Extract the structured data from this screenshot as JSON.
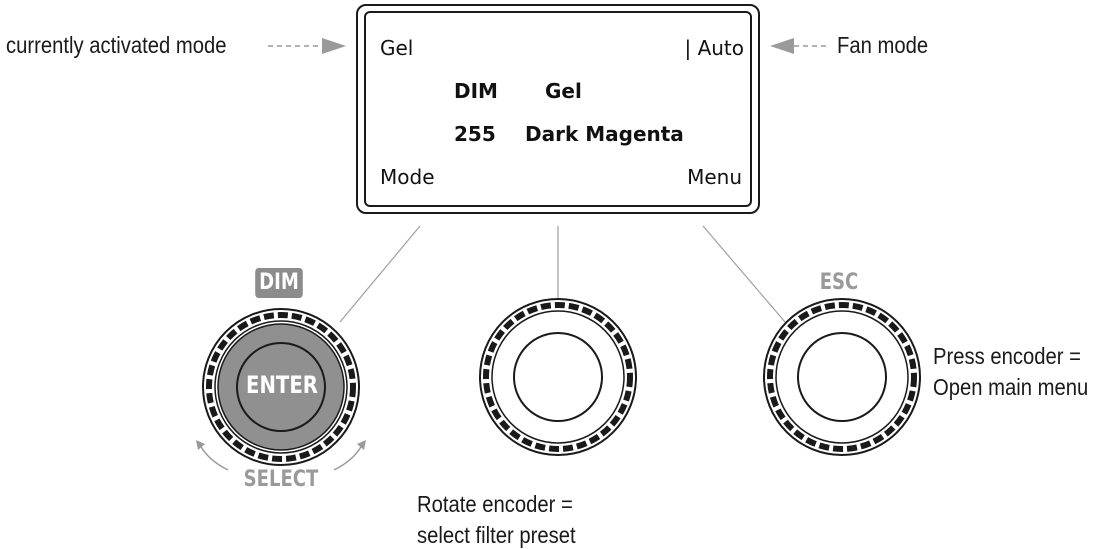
{
  "lcd": {
    "top_left": "Gel",
    "top_right": "| Auto",
    "param_label": "DIM",
    "param_value": "255",
    "filter_label": "Gel",
    "filter_value": "Dark Magenta",
    "bottom_left": "Mode",
    "bottom_right": "Menu"
  },
  "callouts": {
    "active_mode": "currently activated mode",
    "fan_mode": "Fan mode",
    "rotate_line1": "Rotate encoder =",
    "rotate_line2": "select filter preset",
    "press_line1": "Press encoder =",
    "press_line2": "Open main menu"
  },
  "buttons": {
    "dim": "DIM",
    "enter": "ENTER",
    "select": "SELECT",
    "esc": "ESC"
  },
  "colors": {
    "line": "#1a1a1a",
    "gray_label": "#9a9a9a",
    "badge": "#8c8c8c",
    "enter_fill": "#909090",
    "arrow": "#9a9a9a"
  }
}
